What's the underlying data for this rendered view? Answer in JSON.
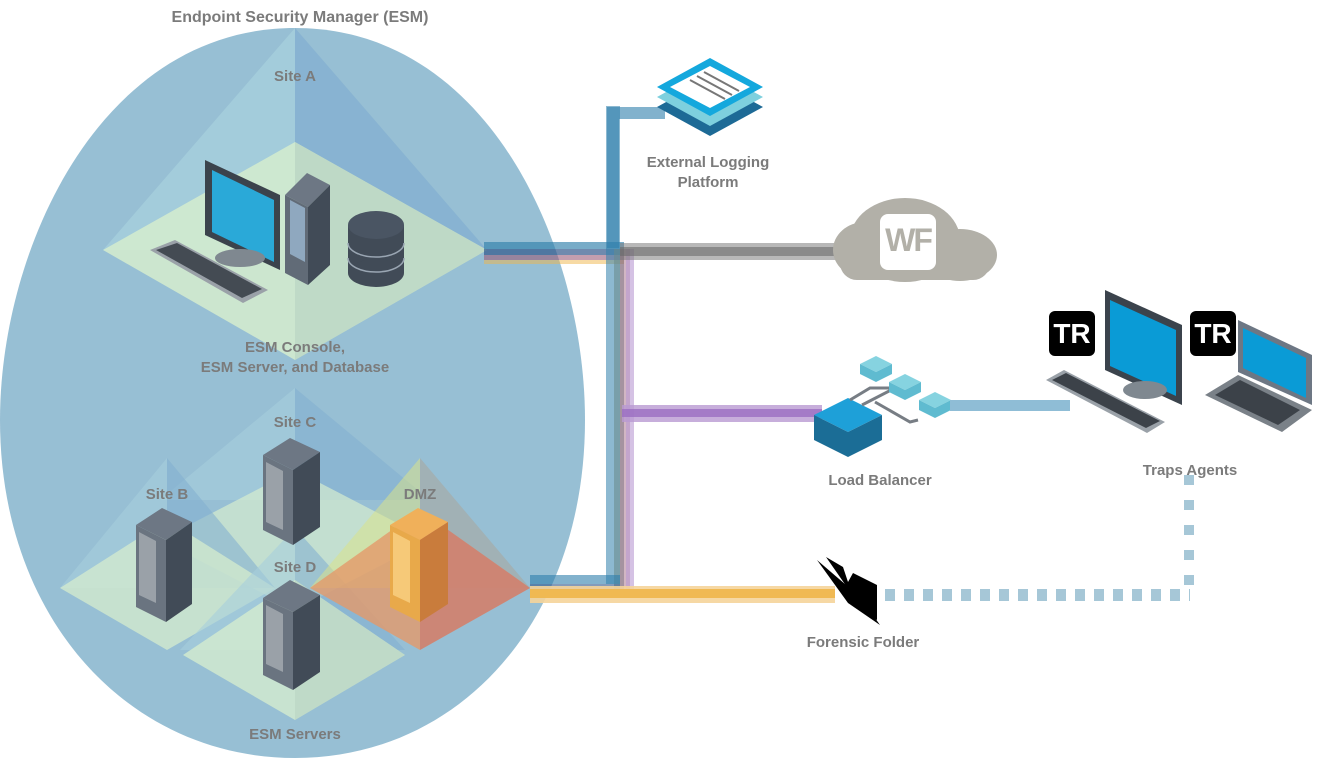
{
  "title": "Endpoint Security Manager (ESM)",
  "labels": {
    "site_a": "Site A",
    "site_b": "Site B",
    "site_c": "Site C",
    "site_d": "Site D",
    "dmz": "DMZ",
    "esm_console": "ESM Console,\nESM Server, and Database",
    "esm_servers": "ESM Servers",
    "external_logging": "External Logging\nPlatform",
    "load_balancer": "Load Balancer",
    "traps_agents": "Traps Agents",
    "forensic_folder": "Forensic Folder",
    "wildfire_badge": "WF",
    "traps_badge": "TR"
  },
  "connections": [
    {
      "from": "ESM",
      "to": "External Logging Platform",
      "color": "#2f7fab",
      "style": "solid"
    },
    {
      "from": "ESM",
      "to": "WildFire",
      "color": "#7d7d7d",
      "style": "solid"
    },
    {
      "from": "ESM",
      "to": "Load Balancer",
      "color": "#9b6ec2",
      "style": "solid"
    },
    {
      "from": "ESM",
      "to": "Forensic Folder",
      "color": "#efb64a",
      "style": "solid"
    },
    {
      "from": "Load Balancer",
      "to": "Traps Agents",
      "color": "#8fbdd6",
      "style": "solid"
    },
    {
      "from": "Traps Agents",
      "to": "Forensic Folder",
      "color": "#8fbdd6",
      "style": "dotted"
    }
  ],
  "colors": {
    "esm_region": "#97bfd4",
    "site_tile": "#cfe6cc",
    "dmz_tile": "#d98a6f",
    "screen": "#2aa9d8",
    "server_dark": "#414b57",
    "server_light": "#6a7480",
    "label_text": "#7b7b7b"
  }
}
